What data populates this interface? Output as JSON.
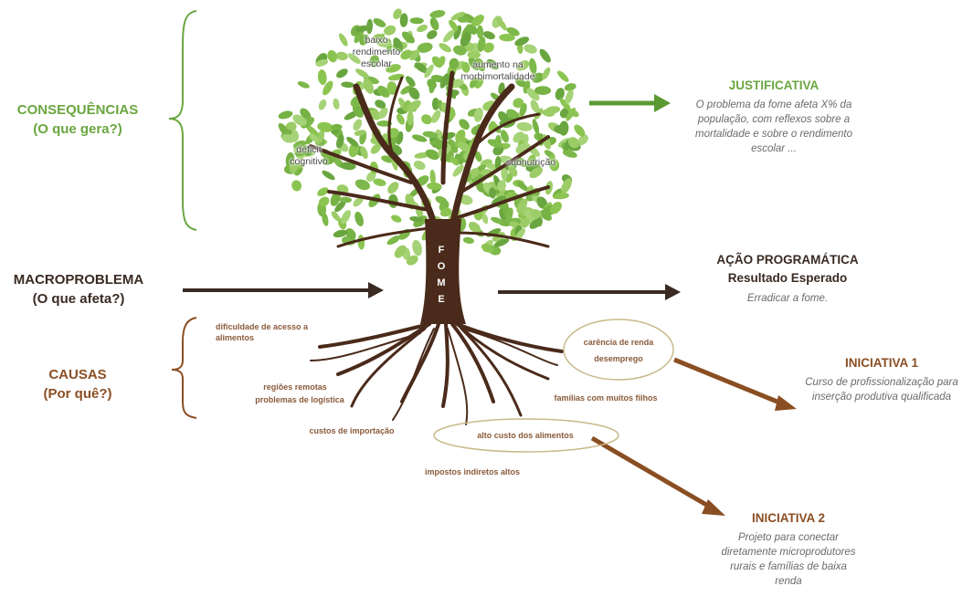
{
  "left": {
    "consequencias": {
      "title": "CONSEQUÊNCIAS",
      "subtitle": "(O que gera?)"
    },
    "macroproblema": {
      "title": "MACROPROBLEMA",
      "subtitle": "(O que afeta?)"
    },
    "causas": {
      "title": "CAUSAS",
      "subtitle": "(Por quê?)"
    }
  },
  "tree": {
    "trunk_label": [
      "F",
      "O",
      "M",
      "E"
    ],
    "consequences": {
      "baixo": "baixo rendimento escolar",
      "aumento": "aumento na morbimortalidade",
      "deficit": "deficit cognitivo",
      "subnutricao": "subnutrição"
    },
    "causes": {
      "acesso": "dificuldade de acesso a alimentos",
      "regioes": "regiões remotas",
      "logistica": "problemas de logística",
      "importacao": "custos de importação",
      "carencia": "carência de renda",
      "desemprego": "desemprego",
      "familias": "famílias com muitos filhos",
      "alto_custo": "alto custo dos alimentos",
      "impostos": "impostos indiretos altos"
    }
  },
  "right": {
    "justificativa": {
      "title": "JUSTIFICATIVA",
      "text": "O problema da fome afeta X% da população, com reflexos sobre a mortalidade e sobre o rendimento escolar ..."
    },
    "acao": {
      "title": "AÇÃO PROGRAMÁTICA",
      "subtitle": "Resultado Esperado",
      "text": "Erradicar a fome."
    },
    "iniciativa1": {
      "title": "INICIATIVA 1",
      "text": "Curso de profissionalização para inserção produtiva qualificada"
    },
    "iniciativa2": {
      "title": "INICIATIVA 2",
      "text": "Projeto para conectar diretamente microprodutores rurais e famílias de baixa renda"
    }
  },
  "colors": {
    "green": "#6aa640",
    "leaf": "#7db84a",
    "trunk": "#4a2a1a",
    "brown": "#8a4e22",
    "dark": "#3a2a22"
  }
}
